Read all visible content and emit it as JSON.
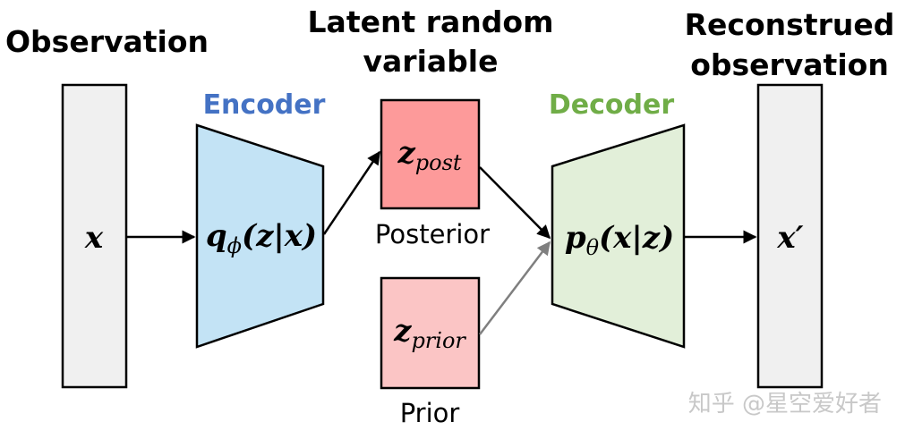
{
  "headings": {
    "observation": "Observation",
    "latent_line1": "Latent random",
    "latent_line2": "variable",
    "reconstructed_line1": "Reconstrued",
    "reconstructed_line2": "observation"
  },
  "stages": {
    "encoder": "Encoder",
    "decoder": "Decoder"
  },
  "formulas": {
    "x": "x",
    "encoder": "q",
    "encoder_sub": "ϕ",
    "encoder_args": "(z|x)",
    "z_post": "z",
    "z_post_sub": "post",
    "z_prior": "z",
    "z_prior_sub": "prior",
    "decoder": "p",
    "decoder_sub": "θ",
    "decoder_args": "(x|z)",
    "x_prime": "x′"
  },
  "captions": {
    "posterior": "Posterior",
    "prior": "Prior"
  },
  "watermark": "知乎 @星空爱好者",
  "colors": {
    "observation_fill": "#f0f0f0",
    "encoder_fill": "#c3e3f5",
    "encoder_label": "#4472c4",
    "latent_fill": "#fd9a9a",
    "prior_fill": "#fbc5c5",
    "decoder_fill": "#e2efd9",
    "decoder_label": "#70ad47",
    "prior_arrow": "#7f7f7f",
    "arrow": "#000000",
    "watermark": "#c8c8c8"
  }
}
